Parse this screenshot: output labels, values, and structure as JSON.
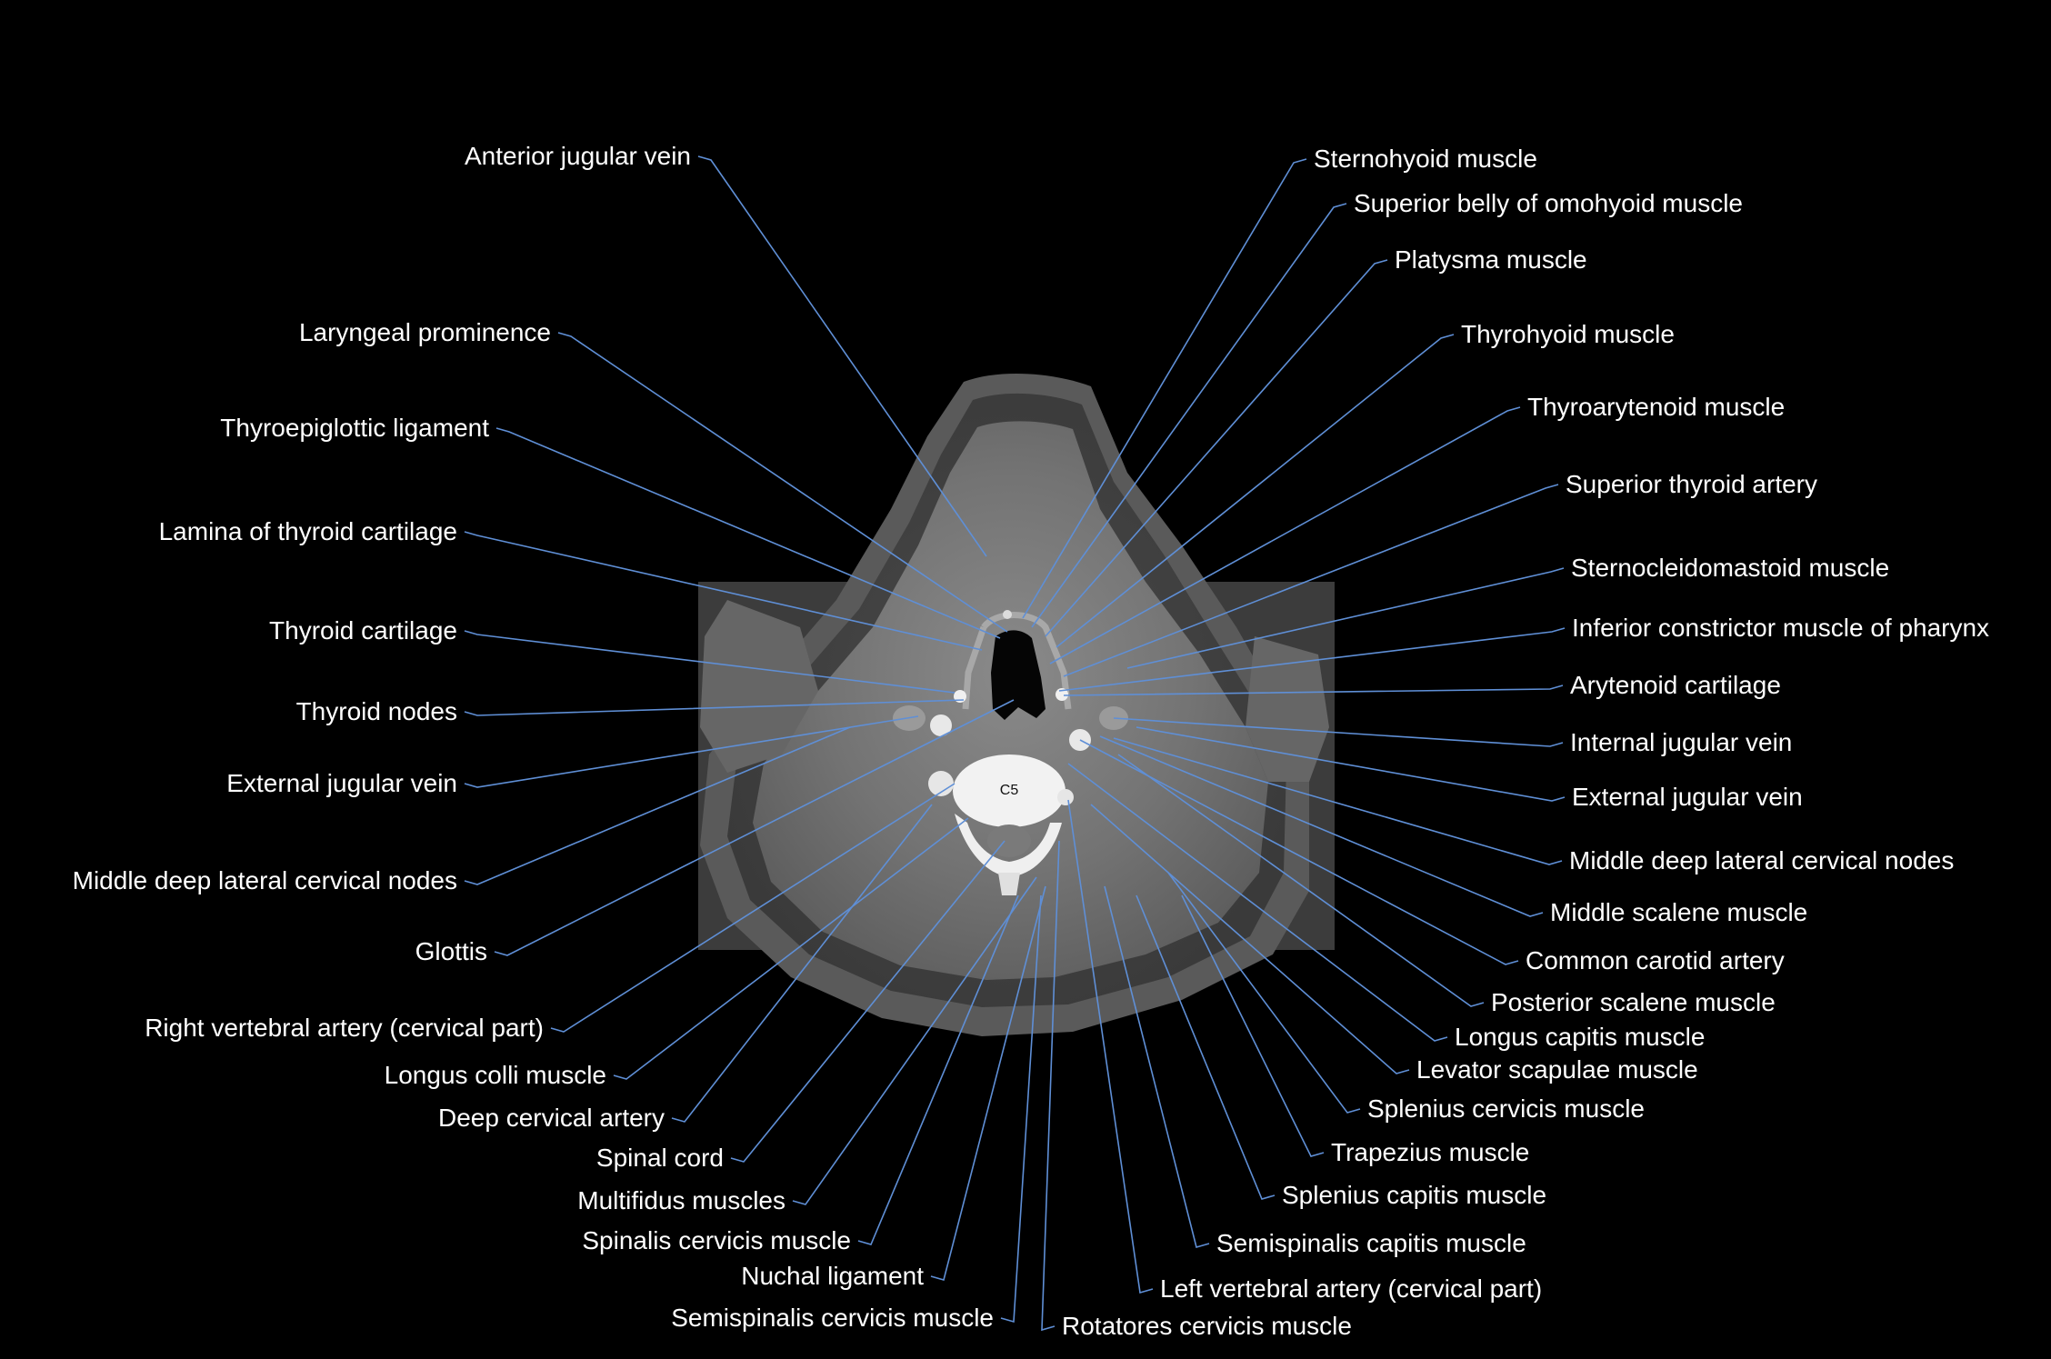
{
  "vertebra_level": "C5",
  "colors": {
    "leader": "#5f8fd6",
    "label": "#ffffff",
    "background": "#000000"
  },
  "labels_left": [
    "Anterior jugular vein",
    "Laryngeal prominence",
    "Thyroepiglottic ligament",
    "Lamina of thyroid cartilage",
    "Thyroid cartilage",
    "Thyroid nodes",
    "External jugular vein",
    "Middle deep lateral cervical nodes",
    "Glottis",
    "Right vertebral artery (cervical part)",
    "Longus colli muscle",
    "Deep cervical artery",
    "Spinal cord",
    "Multifidus muscles",
    "Spinalis cervicis muscle",
    "Nuchal ligament",
    "Semispinalis cervicis muscle"
  ],
  "labels_right": [
    "Sternohyoid muscle",
    "Superior belly of omohyoid muscle",
    "Platysma muscle",
    "Thyrohyoid muscle",
    "Thyroarytenoid muscle",
    "Superior thyroid artery",
    "Sternocleidomastoid muscle",
    "Inferior constrictor muscle of pharynx",
    "Arytenoid cartilage",
    "Internal jugular vein",
    "External jugular vein",
    "Middle deep lateral cervical nodes",
    "Middle scalene muscle",
    "Common carotid artery",
    "Posterior scalene muscle",
    "Longus capitis muscle",
    "Levator scapulae muscle",
    "Splenius cervicis muscle",
    "Trapezius muscle",
    "Splenius capitis muscle",
    "Semispinalis capitis muscle",
    "Left vertebral artery (cervical part)",
    "Rotatores cervicis muscle"
  ]
}
